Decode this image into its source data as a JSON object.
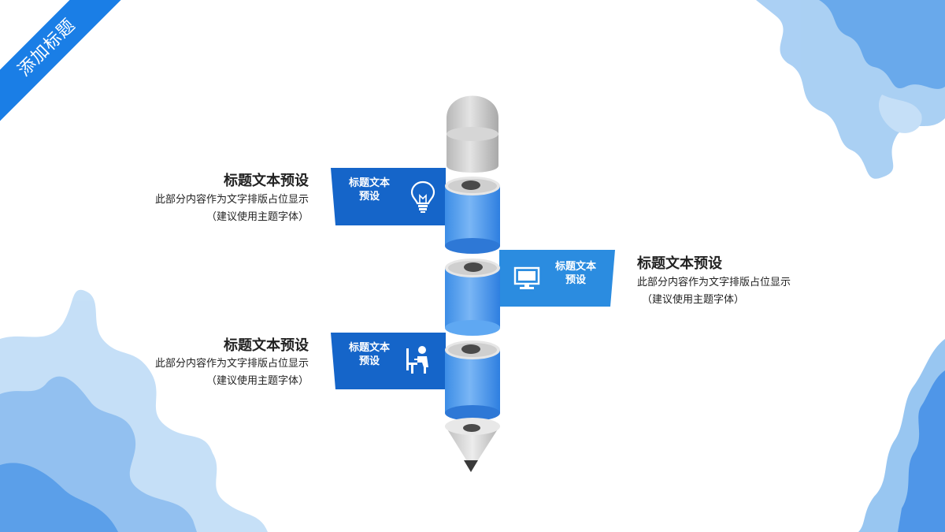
{
  "corner_title": "添加标题",
  "colors": {
    "accent": "#1a7ee6",
    "tag_dark": "#1565c9",
    "tag_light": "#2b8ce0",
    "eraser": "#cfcfcf",
    "segment": "#5aa2ee"
  },
  "items": [
    {
      "tag_line1": "标题文本",
      "tag_line2": "预设",
      "icon": "lightbulb-icon",
      "title": "标题文本预设",
      "desc_line1": "此部分内容作为文字排版占位显示",
      "desc_line2": "（建议使用主题字体）"
    },
    {
      "tag_line1": "标题文本",
      "tag_line2": "预设",
      "icon": "monitor-icon",
      "title": "标题文本预设",
      "desc_line1": "此部分内容作为文字排版占位显示",
      "desc_line2": "（建议使用主题字体）"
    },
    {
      "tag_line1": "标题文本",
      "tag_line2": "预设",
      "icon": "person-at-desk-icon",
      "title": "标题文本预设",
      "desc_line1": "此部分内容作为文字排版占位显示",
      "desc_line2": "（建议使用主题字体）"
    }
  ]
}
